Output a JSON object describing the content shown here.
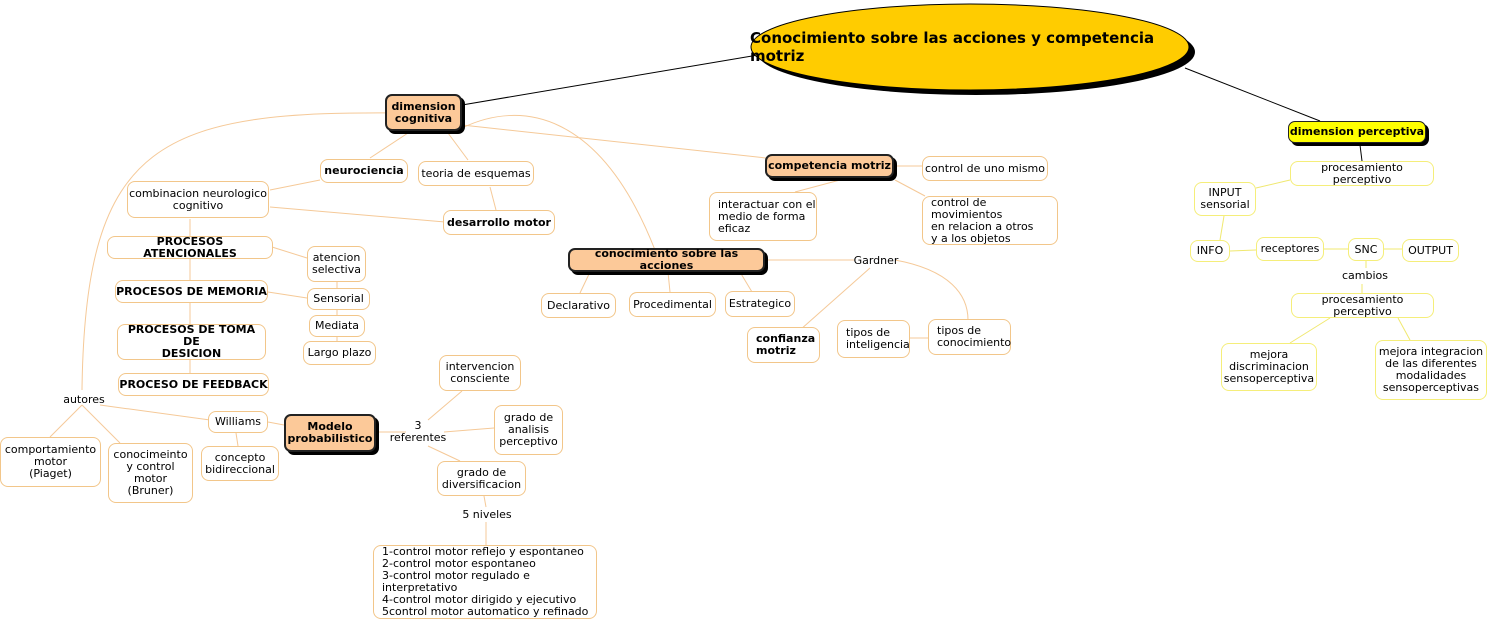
{
  "title": "Conocimiento sobre las acciones y competencia motriz",
  "nodes": {
    "dimension_cognitiva": "dimension\ncognitiva",
    "dimension_perceptiva": "dimension perceptiva",
    "neurociencia": "neurociencia",
    "teoria_esquemas": "teoria de esquemas",
    "combinacion": "combinacion neurologico\ncognitivo",
    "desarrollo_motor": "desarrollo motor",
    "competencia_motriz": "competencia motriz",
    "control_uno_mismo": "control de uno mismo",
    "interactuar": "interactuar con el\nmedio de forma\neficaz",
    "control_movimientos": "control de movimientos\nen relacion a otros\ny a los objetos",
    "conocimiento_acciones": "conocimiento sobre las acciones",
    "gardner": "Gardner",
    "declarativo": "Declarativo",
    "procedimental": "Procedimental",
    "estrategico": "Estrategico",
    "confianza_motriz": "confianza\nmotriz",
    "tipos_inteligencia": "tipos de\ninteligencia",
    "tipos_conocimiento": "tipos de\nconocimiento",
    "procesos_atencionales": "PROCESOS ATENCIONALES",
    "procesos_memoria": "PROCESOS DE MEMORIA",
    "procesos_toma": "PROCESOS DE TOMA DE\nDESICION",
    "proceso_feedback": "PROCESO DE FEEDBACK",
    "atencion_selectiva": "atencion\nselectiva",
    "sensorial": "Sensorial",
    "mediata": "Mediata",
    "largo_plazo": "Largo plazo",
    "autores": "autores",
    "williams": "Williams",
    "modelo_probabilistico": "Modelo\nprobabilistico",
    "tres_referentes": "3\nreferentes",
    "intervencion_consciente": "intervencion\nconsciente",
    "grado_analisis": "grado de\nanalisis\nperceptivo",
    "grado_diversificacion": "grado de\ndiversificacion",
    "cinco_niveles": "5 niveles",
    "niveles_lista": "1-control motor reflejo y espontaneo\n2-control motor espontaneo\n3-control motor regulado e interpretativo\n4-control motor dirigido y ejecutivo\n5control motor automatico y refinado",
    "comportamiento_motor": "comportamiento\nmotor\n(Piaget)",
    "conocimiento_control": "conocimeinto\ny control\nmotor\n(Bruner)",
    "concepto_bidireccional": "concepto\nbidireccional",
    "procesamiento_perceptivo_1": "procesamiento perceptivo",
    "input_sensorial": "INPUT\nsensorial",
    "info": "INFO",
    "receptores": "receptores",
    "snc": "SNC",
    "output": "OUTPUT",
    "cambios": "cambios",
    "procesamiento_perceptivo_2": "procesamiento perceptivo",
    "mejora_discriminacion": "mejora\ndiscriminacion\nsensoperceptiva",
    "mejora_integracion": "mejora integracion\nde las diferentes\nmodalidades\nsensoperceptivas"
  },
  "colors": {
    "title_fill": "#ffcc00",
    "main_branch_fill": "#fcc999",
    "perceptiva_fill": "#ffff00",
    "connector": "#f5c998",
    "perceptiva_connector": "#f0e870",
    "trunk_line": "#000000"
  }
}
